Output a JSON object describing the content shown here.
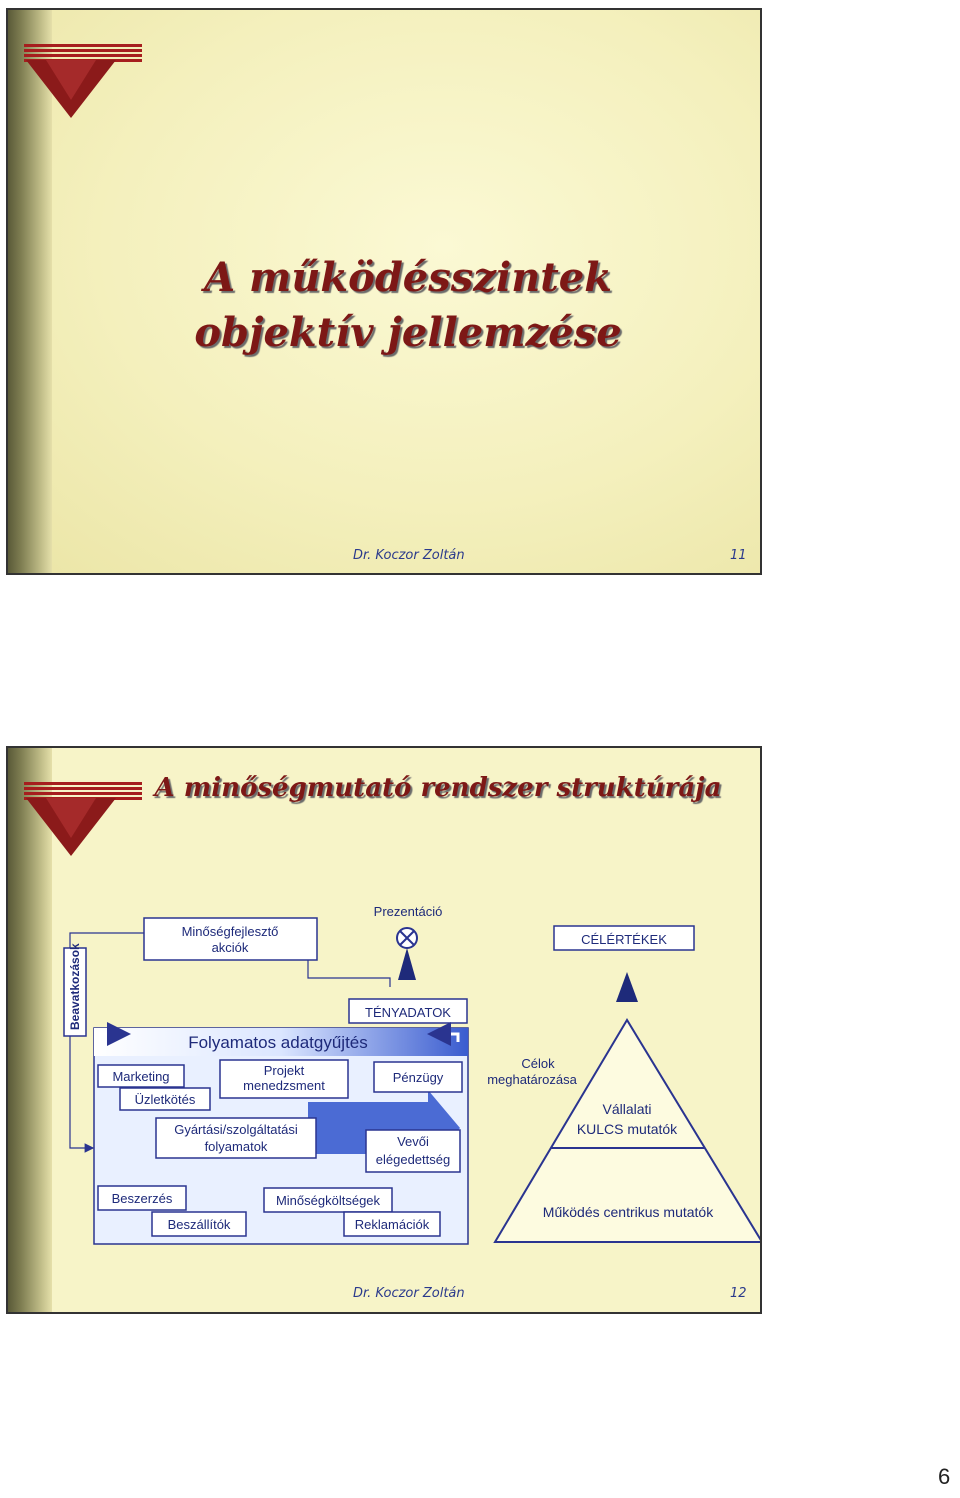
{
  "slide1": {
    "title_line1": "A működésszintek",
    "title_line2": "objektív jellemzése",
    "author": "Dr. Koczor Zoltán",
    "number": "11"
  },
  "slide2": {
    "title": "A minőségmutató rendszer struktúrája",
    "author": "Dr. Koczor Zoltán",
    "number": "12",
    "diagram": {
      "beavatkozasok": "Beavatkozások",
      "minosegfejleszto_line1": "Minőségfejlesztő",
      "minosegfejleszto_line2": "akciók",
      "prezentacio": "Prezentáció",
      "celertekek": "CÉLÉRTÉKEK",
      "tenyadatok": "TÉNYADATOK",
      "folyamatos": "Folyamatos adatgyűjtés",
      "marketing": "Marketing",
      "projekt_line1": "Projekt",
      "projekt_line2": "menedzsment",
      "penzugy": "Pénzügy",
      "uzletkotes": "Üzletkötés",
      "gyartasi_line1": "Gyártási/szolgáltatási",
      "gyartasi_line2": "folyamatok",
      "vevoi_line1": "Vevői",
      "vevoi_line2": "elégedettség",
      "beszerzes": "Beszerzés",
      "minosegkoltsegek": "Minőségköltségek",
      "beszallitok": "Beszállítók",
      "reklamaciok": "Reklamációk",
      "celok_line1": "Célok",
      "celok_line2": "meghatározása",
      "vallalati_line1": "Vállalati",
      "vallalati_line2": "KULCS mutatók",
      "mukodes": "Működés centrikus mutatók"
    }
  },
  "page_number": "6",
  "colors": {
    "title": "#7d1816",
    "accent_red": "#a61e1e",
    "text_blue": "#1e2a7a",
    "slide_bg": "#f7f4c8"
  }
}
